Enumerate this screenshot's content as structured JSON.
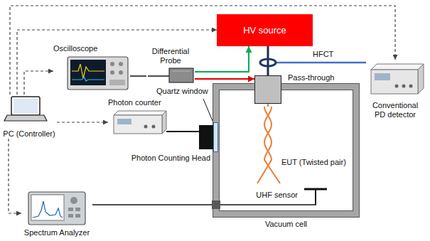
{
  "diagram": {
    "nodes": [
      {
        "text": [
          "PC (Controller)"
        ]
      },
      {
        "text": [
          "Oscilloscope"
        ]
      },
      {
        "text": [
          "Differential Probe"
        ]
      },
      {
        "text": [
          "HV source"
        ]
      },
      {
        "text": [
          "HFCT"
        ]
      },
      {
        "text": [
          "Pass-through"
        ]
      },
      {
        "text": [
          "Conventional PD detector"
        ]
      },
      {
        "text": [
          "Photon counter"
        ]
      },
      {
        "text": [
          "Vacuum cell"
        ]
      },
      {
        "text": [
          "Photon Counting Head"
        ]
      },
      {
        "text": [
          "EUT (Twisted pair)"
        ],
        "in": 8
      },
      {
        "text": [
          "UHF sensor"
        ],
        "in": 8
      },
      {
        "text": [
          "Spectrum Analyzer"
        ]
      }
    ],
    "edges": [
      {
        "from": 0,
        "to": 1,
        "arrow": "to"
      },
      {
        "from": 0,
        "to": 3,
        "arrow": "to"
      },
      {
        "from": 0,
        "to": 6,
        "arrow": "to"
      },
      {
        "from": 0,
        "to": 7,
        "arrow": "to"
      },
      {
        "from": 0,
        "to": 12,
        "arrow": "to"
      },
      {
        "from": 1,
        "to": 2,
        "arrow": "none"
      },
      {
        "from": 2,
        "to": 3,
        "arrow": "to"
      },
      {
        "from": 2,
        "to": 5,
        "arrow": "to"
      },
      {
        "from": 3,
        "to": 5,
        "arrow": "none"
      },
      {
        "from": 4,
        "to": 6,
        "arrow": "none"
      },
      {
        "from": 5,
        "to": 10,
        "arrow": "none"
      },
      {
        "from": 7,
        "to": 9,
        "arrow": "none"
      },
      {
        "from": 12,
        "to": 11,
        "arrow": "none"
      }
    ],
    "labels": [
      "Quartz window"
    ]
  }
}
